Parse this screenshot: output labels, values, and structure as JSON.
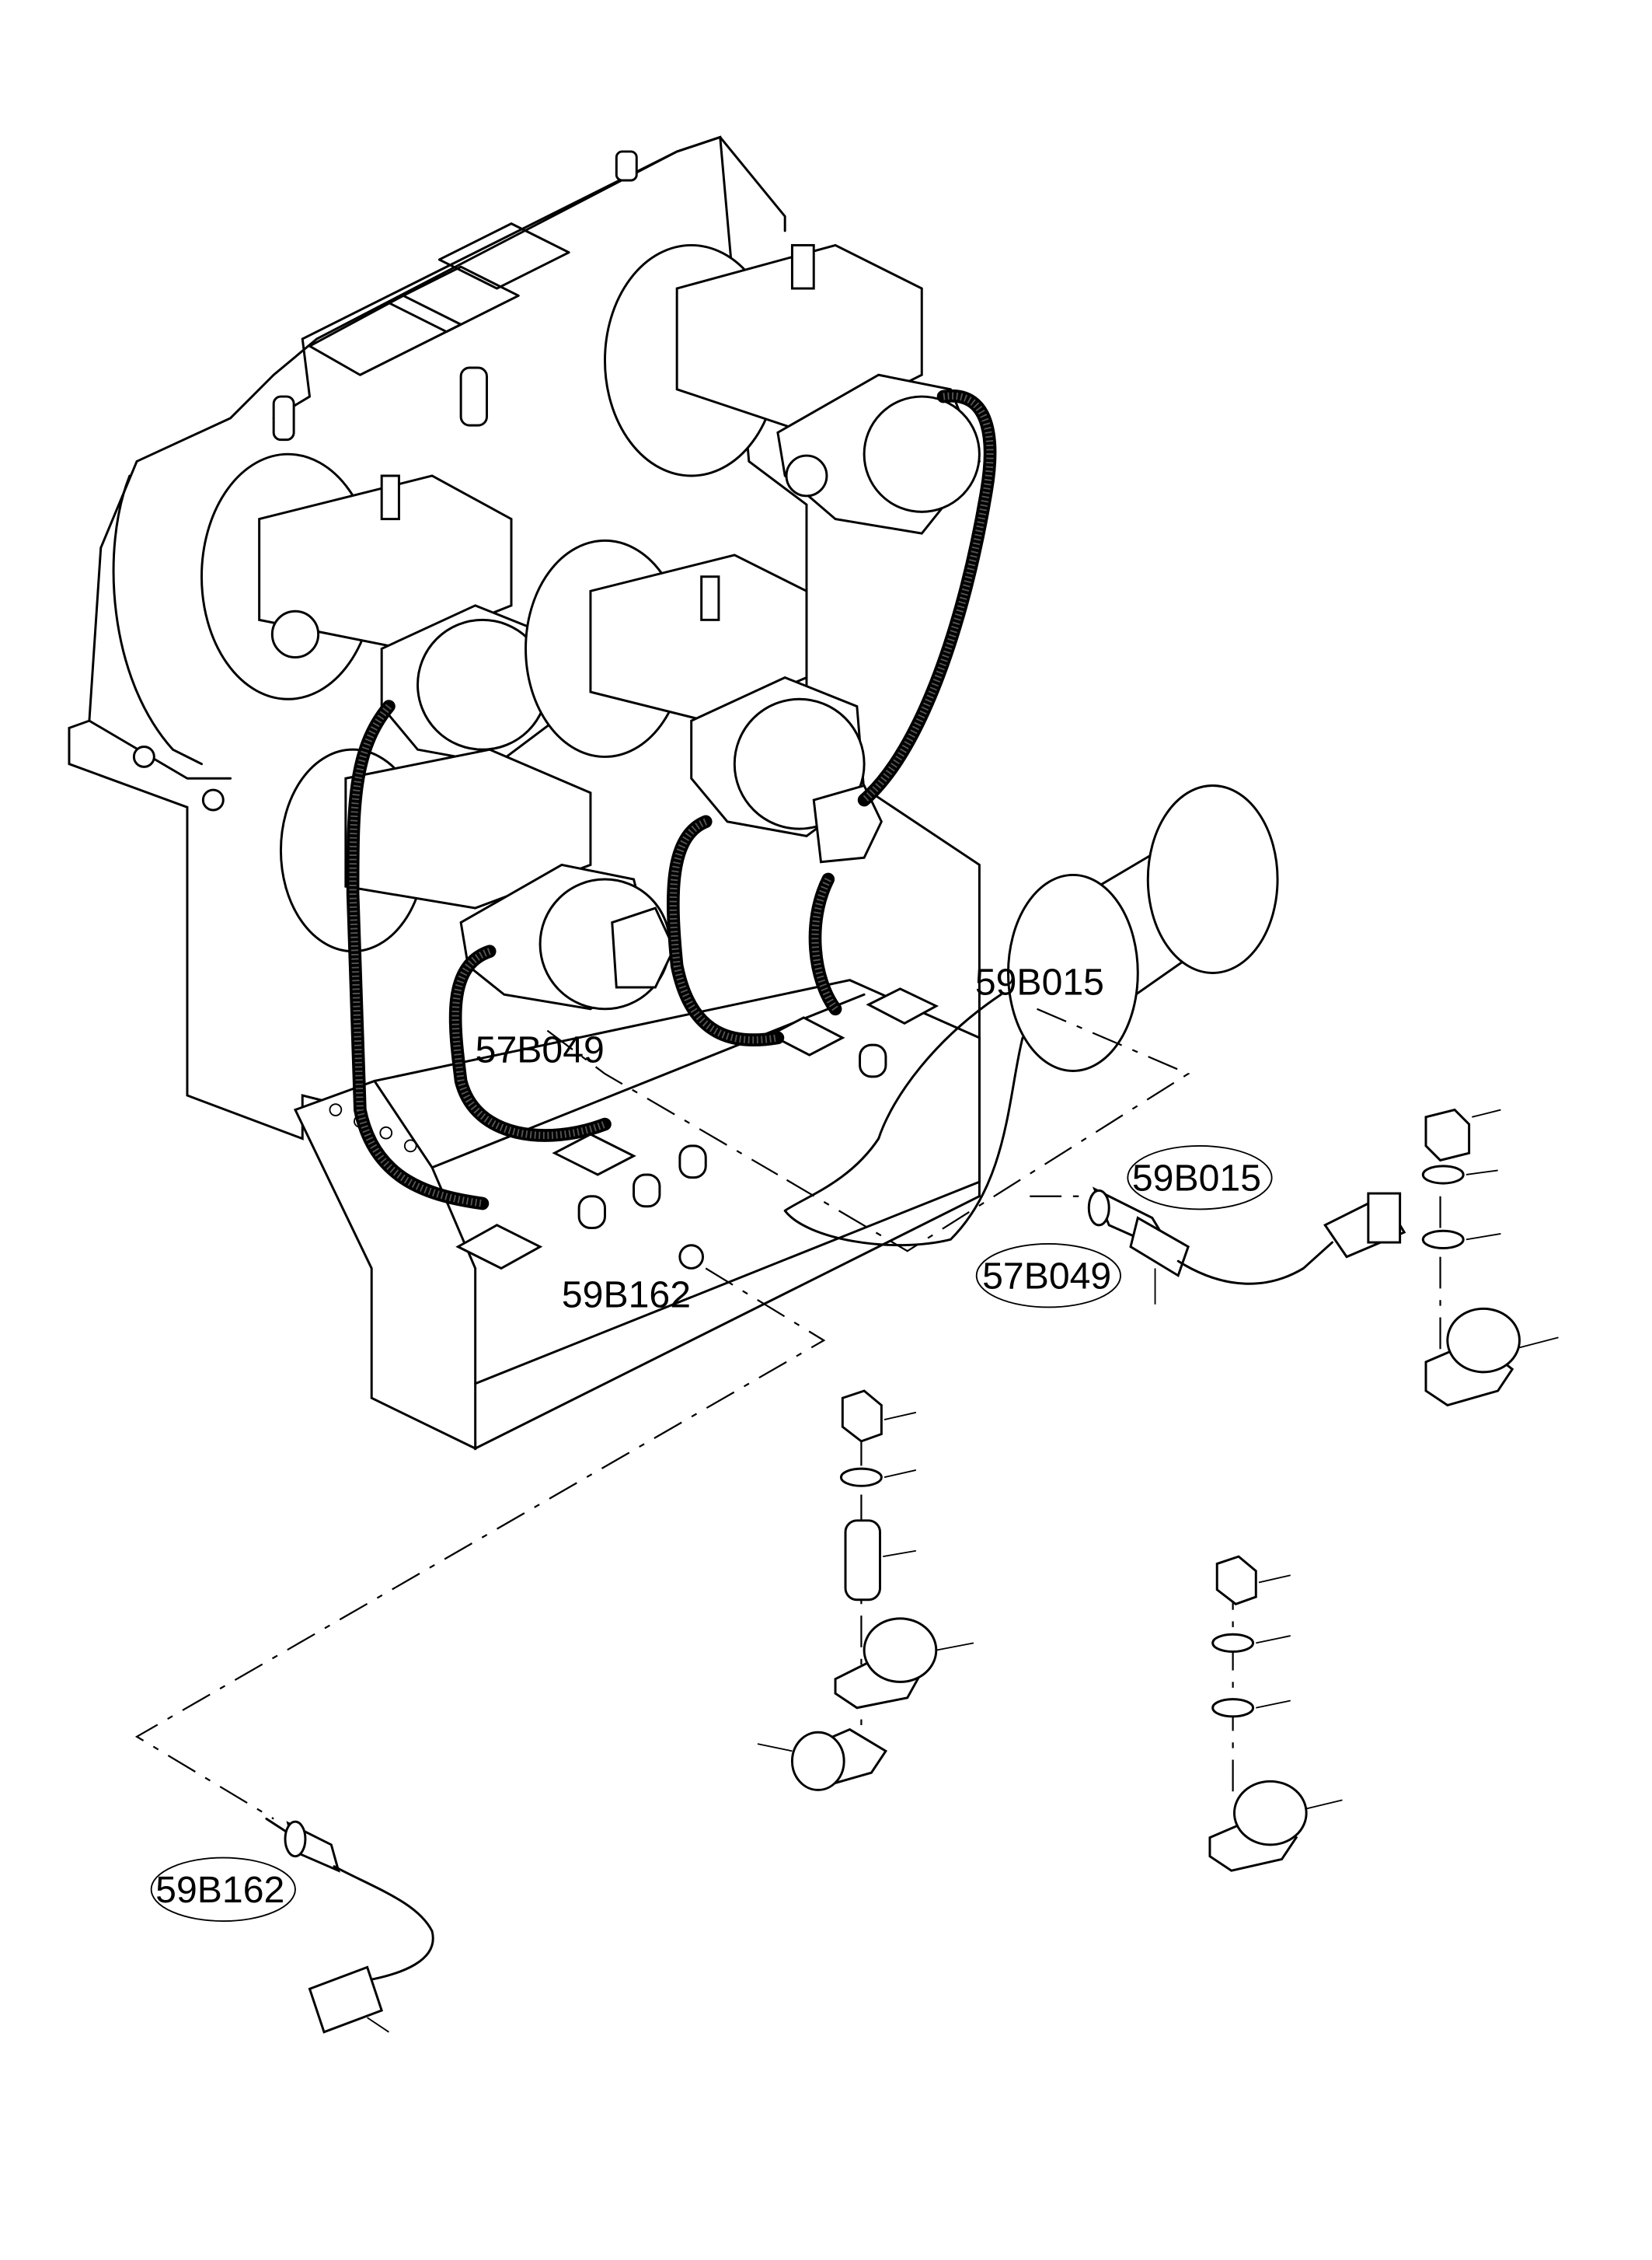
{
  "labels": {
    "sensor_59B015_on_part": "59B015",
    "sensor_57B049_on_part": "57B049",
    "sensor_59B162_on_part": "59B162",
    "sensor_59B015_callout": "59B015",
    "sensor_57B049_callout": "57B049",
    "sensor_59B162_callout": "59B162"
  },
  "colors": {
    "line": "#000000",
    "background": "#ffffff"
  }
}
